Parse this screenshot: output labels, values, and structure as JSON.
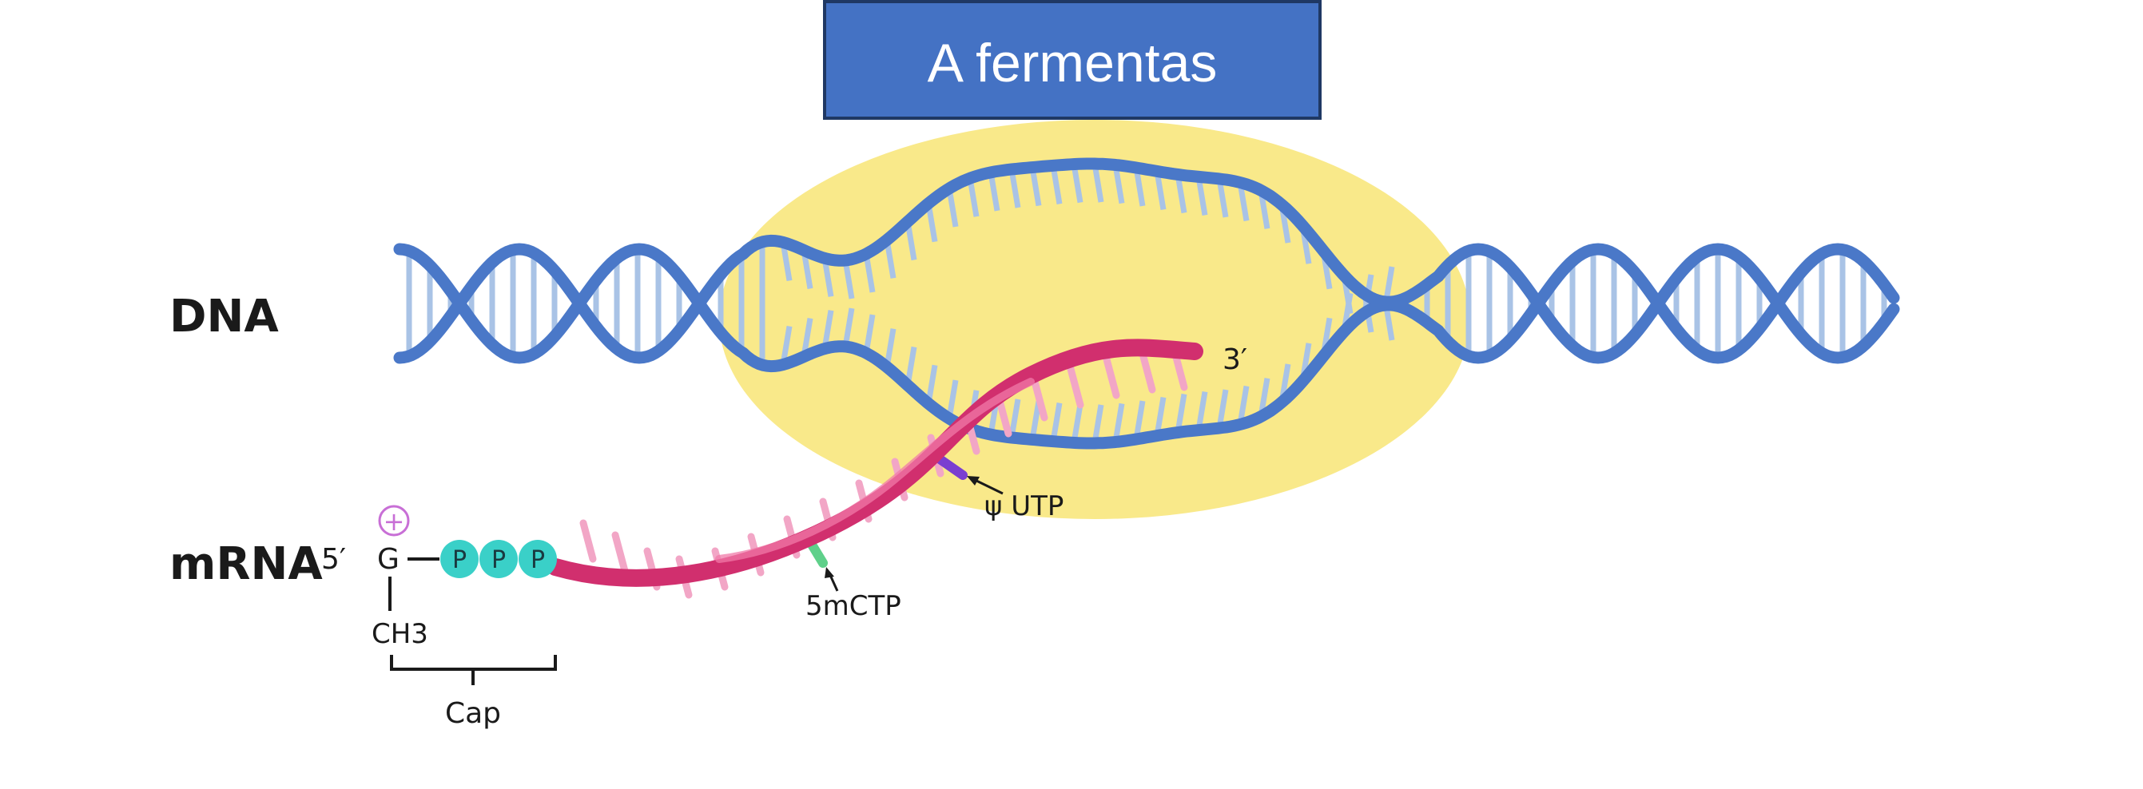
{
  "title": "A fermentas",
  "labels": {
    "dna": "DNA",
    "mrna": "mRNA",
    "five_prime": "5′",
    "three_prime": "3′",
    "g": "G",
    "ch3": "CH3",
    "cap": "Cap",
    "psi_utp": "ψ UTP",
    "mctp": "5mCTP",
    "phosphate": "P",
    "plus": "+"
  },
  "colors": {
    "title_bg": "#4472c4",
    "title_border": "#1f3864",
    "dna_strand": "#4a78c8",
    "dna_rung": "#a9c3e6",
    "enzyme": "#f9e98a",
    "mrna": "#d12f6e",
    "mrna_light": "#f2a6c6",
    "phosphate": "#3ad0c8",
    "psi_mark": "#7a3fd0",
    "mctp_mark": "#5fd08a",
    "plus_mark": "#c86fd6"
  },
  "icons": {
    "plus": "charge-plus-icon",
    "arrow": "pointer-arrow-icon"
  }
}
